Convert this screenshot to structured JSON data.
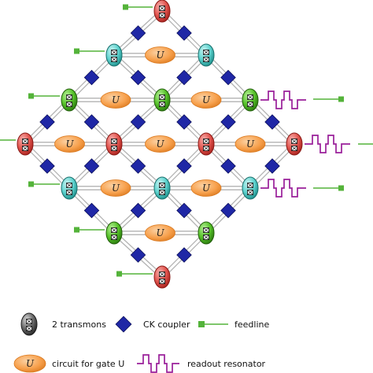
{
  "diagram": {
    "gate_symbol": "U",
    "colors": {
      "red_transmon": "#e2554f",
      "cyan_transmon": "#5fd3cf",
      "green_transmon": "#56c229",
      "gray_transmon": "#6a6a6a",
      "gate_orange": "#f7a04c",
      "coupler_blue": "#1f27a6",
      "feedline_green": "#54b33a",
      "resonator_purple": "#9a1f9a"
    }
  },
  "legend": {
    "transmon_label": "2 transmons",
    "coupler_label": "CK coupler",
    "feedline_label": "feedline",
    "gate_label": "circuit for gate U",
    "gate_symbol": "U",
    "resonator_label": "readout resonator"
  }
}
